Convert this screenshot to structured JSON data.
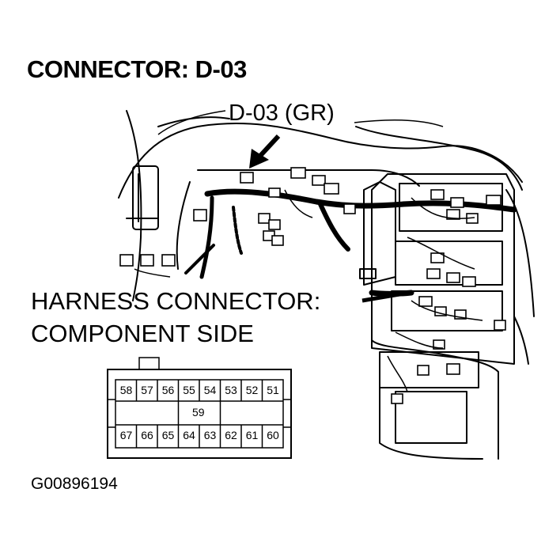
{
  "title": "CONNECTOR: D-03",
  "callout": "D-03 (GR)",
  "harness_label": {
    "line1": "HARNESS CONNECTOR:",
    "line2": "COMPONENT SIDE"
  },
  "figure_id": "G00896194",
  "connector": {
    "top_row": [
      "58",
      "57",
      "56",
      "55",
      "54",
      "53",
      "52",
      "51"
    ],
    "middle": "59",
    "bottom_row": [
      "67",
      "66",
      "65",
      "64",
      "63",
      "62",
      "61",
      "60"
    ]
  }
}
